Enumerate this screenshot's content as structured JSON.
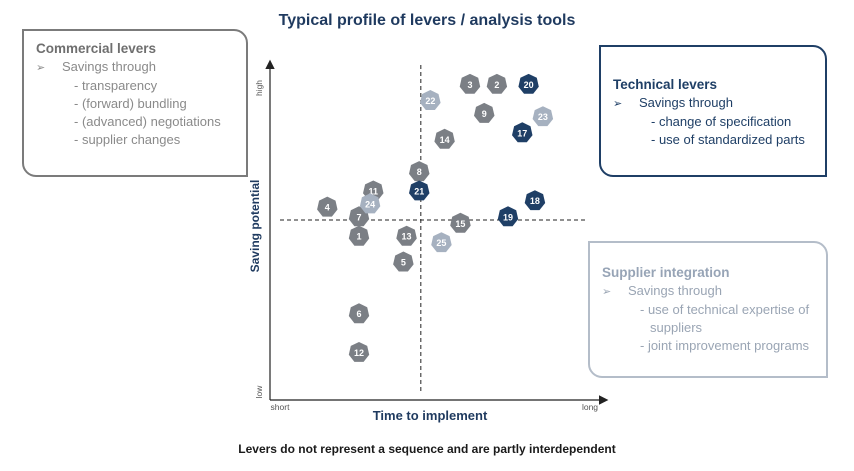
{
  "title": "Typical profile of levers / analysis tools",
  "footer": "Levers do not represent a sequence and are partly interdependent",
  "commercial": {
    "heading": "Commercial levers",
    "lead": "Savings through",
    "items": [
      "- transparency",
      "- (forward) bundling",
      "- (advanced) negotiations",
      "- supplier changes"
    ]
  },
  "technical": {
    "heading": "Technical levers",
    "lead": "Savings through",
    "items": [
      "- change of specification",
      "- use of standardized parts"
    ]
  },
  "supplier": {
    "heading": "Supplier integration",
    "lead": "Savings through",
    "items": [
      "- use of technical expertise of",
      "suppliers",
      "- joint improvement programs"
    ]
  },
  "bullet_symbol": "➢",
  "chart_data": {
    "type": "scatter",
    "xlabel": "Time to implement",
    "ylabel": "Saving potential",
    "x_ticks": [
      "short",
      "long"
    ],
    "y_ticks": [
      "low",
      "high"
    ],
    "xlim": [
      0,
      100
    ],
    "ylim": [
      0,
      100
    ],
    "colors": {
      "commercial": "#7b7f85",
      "technical": "#1f3f66",
      "supplier": "#a6b1c0"
    },
    "points": [
      {
        "label": "1",
        "x": 26.5,
        "y": 47,
        "group": "commercial"
      },
      {
        "label": "2",
        "x": 70,
        "y": 94,
        "group": "commercial"
      },
      {
        "label": "3",
        "x": 61.5,
        "y": 94,
        "group": "commercial"
      },
      {
        "label": "4",
        "x": 16.5,
        "y": 56,
        "group": "commercial"
      },
      {
        "label": "5",
        "x": 40.5,
        "y": 39,
        "group": "commercial"
      },
      {
        "label": "6",
        "x": 26.5,
        "y": 23,
        "group": "commercial"
      },
      {
        "label": "7",
        "x": 26.5,
        "y": 53,
        "group": "commercial"
      },
      {
        "label": "8",
        "x": 45.5,
        "y": 67,
        "group": "commercial"
      },
      {
        "label": "9",
        "x": 66,
        "y": 85,
        "group": "commercial"
      },
      {
        "label": "11",
        "x": 31,
        "y": 61,
        "group": "commercial"
      },
      {
        "label": "12",
        "x": 26.5,
        "y": 11,
        "group": "commercial"
      },
      {
        "label": "13",
        "x": 41.5,
        "y": 47,
        "group": "commercial"
      },
      {
        "label": "14",
        "x": 53.5,
        "y": 77,
        "group": "commercial"
      },
      {
        "label": "15",
        "x": 58.5,
        "y": 51,
        "group": "commercial"
      },
      {
        "label": "17",
        "x": 78,
        "y": 79,
        "group": "technical"
      },
      {
        "label": "18",
        "x": 82,
        "y": 58,
        "group": "technical"
      },
      {
        "label": "19",
        "x": 73.5,
        "y": 53,
        "group": "technical"
      },
      {
        "label": "20",
        "x": 80,
        "y": 94,
        "group": "technical"
      },
      {
        "label": "21",
        "x": 45.5,
        "y": 61,
        "group": "technical"
      },
      {
        "label": "22",
        "x": 49,
        "y": 89,
        "group": "supplier"
      },
      {
        "label": "23",
        "x": 84.5,
        "y": 84,
        "group": "supplier"
      },
      {
        "label": "24",
        "x": 30,
        "y": 57,
        "group": "supplier"
      },
      {
        "label": "25",
        "x": 52.5,
        "y": 45,
        "group": "supplier"
      }
    ],
    "divider": {
      "x": 46,
      "y": 52
    }
  }
}
